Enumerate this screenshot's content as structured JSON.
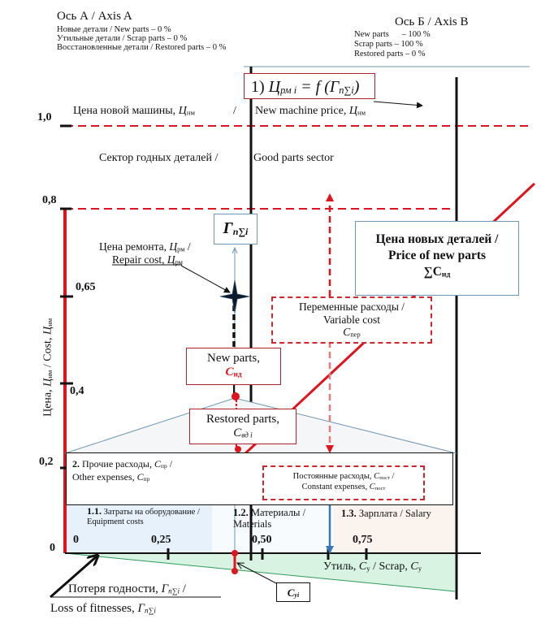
{
  "axis_a": {
    "title": "Ось А / Axis A",
    "lines": [
      "Новые детали / New parts – 0 %",
      "Утильные детали / Scrap parts – 0 %",
      "Восстановленные детали / Restored parts – 0 %"
    ]
  },
  "axis_b": {
    "title": "Ось Б / Axis B",
    "lines": [
      "New parts      – 100 %",
      "Scrap parts – 100 %",
      "Restored parts – 0 %"
    ]
  },
  "formula": {
    "prefix": "1) ",
    "lhs": "Ц",
    "lhs_sub": "рм i",
    "eq": " = f (",
    "arg": "Г",
    "arg_sub": "n∑i",
    "close": ")"
  },
  "new_machine_price": {
    "ru": "Цена новой машины, ",
    "sym": "Ц",
    "sym_sub": "нм",
    "sep": "/",
    "en": "New machine price, "
  },
  "good_parts_sector": {
    "ru": "Сектор годных деталей /",
    "en": "Good parts sector"
  },
  "fitness_box": {
    "sym": "Г",
    "sub": "n∑i"
  },
  "repair_cost": {
    "ru": "Цена ремонта, ",
    "en": "Repair cost, ",
    "sym": "Ц",
    "sub": "рм"
  },
  "new_parts_price_box": {
    "line1": "Цена новых деталей /",
    "line2": "Price of new parts",
    "line3_sym": "∑C",
    "line3_sub": "нд"
  },
  "variable_cost_box": {
    "line1": "Переменные расходы /",
    "line2": "Variable cost",
    "sym": "C",
    "sub": "пер"
  },
  "new_parts_box": {
    "line1": "New parts,",
    "sym": "C",
    "sub": "нд"
  },
  "restored_parts_box": {
    "line1": "Restored parts,",
    "sym": "C",
    "sub": "вд i"
  },
  "other_expenses_box": {
    "num": "2.",
    "ru": " Прочие расходы, ",
    "en": "Other expenses, ",
    "sym": "C",
    "sub": "пр"
  },
  "constant_expenses_box": {
    "ru": "Постоянные расходы, ",
    "en": "/ Constant expenses, ",
    "sym": "C",
    "sub": "пост"
  },
  "cost_sections": [
    {
      "num": "1.1.",
      "text": " Затраты на оборудование / Equipment costs"
    },
    {
      "num": "1.2.",
      "text": " Материалы / Materials"
    },
    {
      "num": "1.3.",
      "text": " Зарплата / Salary"
    }
  ],
  "scrap_label": {
    "ru": "Утиль, ",
    "sym": "C",
    "sub": "y",
    "en": " / Scrap, "
  },
  "scrap_point_box": {
    "sym": "C",
    "sub": "yi"
  },
  "loss_label": {
    "ru": "Потеря годности, ",
    "en": "Loss of fitnesses, ",
    "sym": "Г",
    "sub": "n∑i",
    "slash": " /"
  },
  "y_axis": {
    "title_ru": "Цена, ",
    "title_en": " / Cost, ",
    "sym": "Ц",
    "sub": "нм",
    "ticks": [
      "1,0",
      "0,8",
      "0,65",
      "0,4",
      "0,2",
      "0"
    ]
  },
  "x_axis": {
    "ticks": [
      "0",
      "0,25",
      "0,50",
      "0,75"
    ]
  },
  "colors": {
    "red": "#e0141c",
    "dark_red": "#b0222a",
    "blue_line": "#6f97b3",
    "arrow_blue": "#3a78b5",
    "equipment_bg": "#e6f1fb",
    "salary_bg": "#fbf4ee",
    "scrap_bg": "#d9f3e3",
    "scrap_line": "#2e9a5a"
  }
}
